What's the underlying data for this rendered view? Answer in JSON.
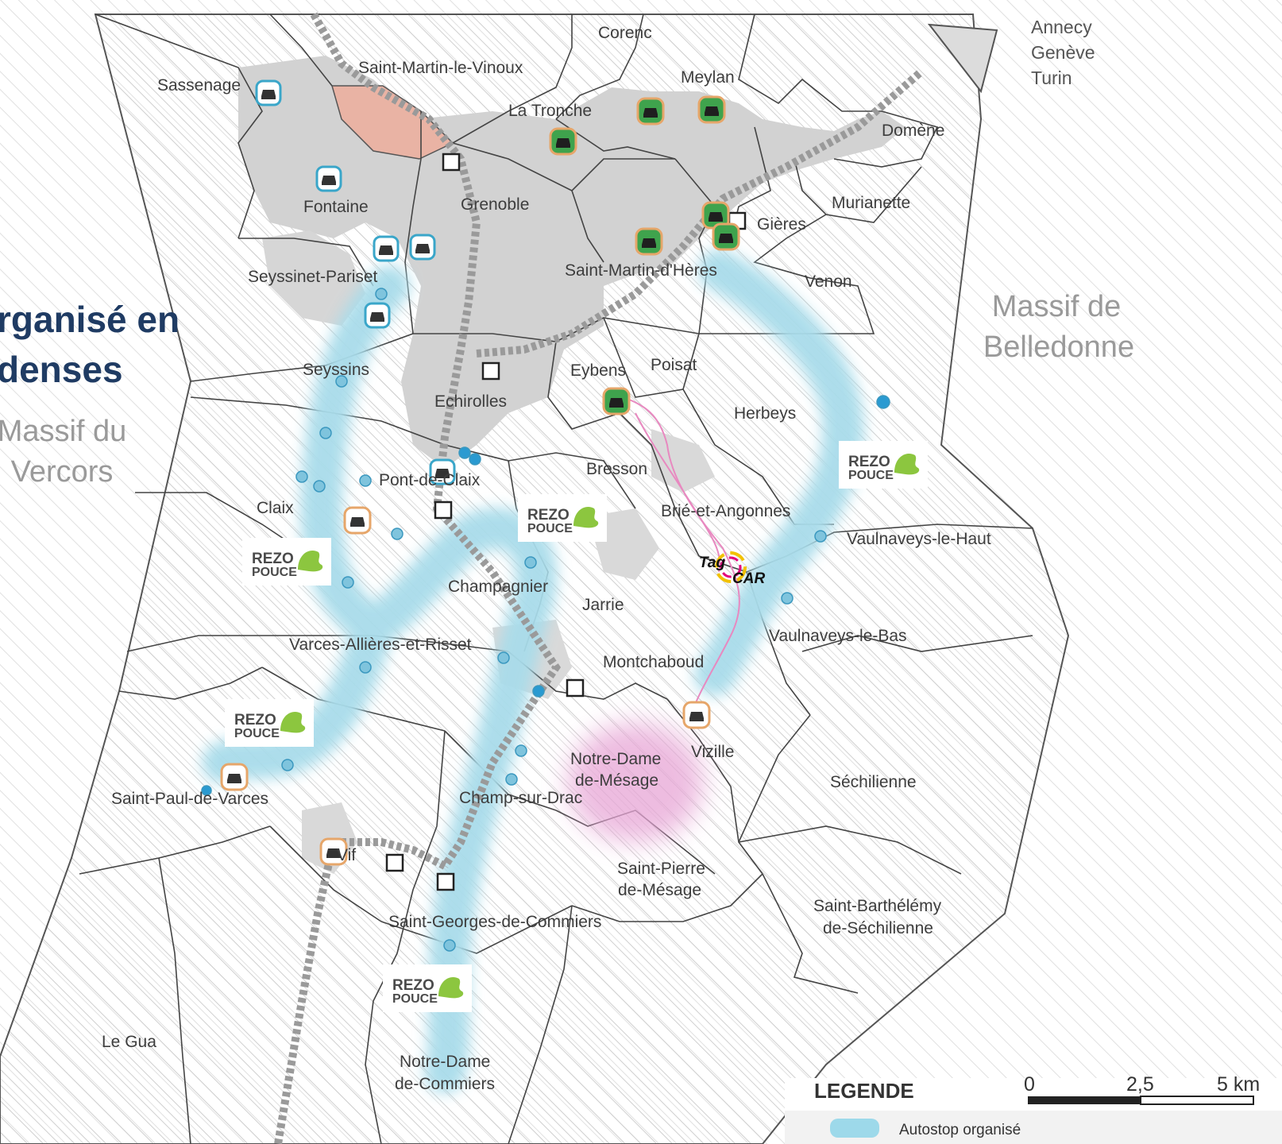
{
  "title": {
    "line1": "rganisé en",
    "line2": "denses"
  },
  "massifs": {
    "vercors_line1": "Massif du",
    "vercors_line2": "Vercors",
    "belledonne_line1": "Massif de",
    "belledonne_line2": "Belledonne"
  },
  "destinations": [
    "Annecy",
    "Genève",
    "Turin"
  ],
  "communes": {
    "corenc": "Corenc",
    "saint_martin_le_vinoux": "Saint-Martin-le-Vinoux",
    "meylan": "Meylan",
    "sassenage": "Sassenage",
    "la_tronche": "La Tronche",
    "domene": "Domène",
    "grenoble": "Grenoble",
    "fontaine": "Fontaine",
    "murianette": "Murianette",
    "gieres": "Gières",
    "seyssinet_pariset": "Seyssinet-Pariset",
    "saint_martin_d_heres": "Saint-Martin-d'Hères",
    "venon": "Venon",
    "seyssins": "Seyssins",
    "eybens": "Eybens",
    "poisat": "Poisat",
    "echirolles": "Echirolles",
    "herbeys": "Herbeys",
    "bresson": "Bresson",
    "pont_de_claix": "Pont-de-Claix",
    "claix": "Claix",
    "brie_et_angonnes": "Brié-et-Angonnes",
    "vaulnaveys_le_haut": "Vaulnaveys-le-Haut",
    "champagnier": "Champagnier",
    "jarrie": "Jarrie",
    "vaulnaveys_le_bas": "Vaulnaveys-le-Bas",
    "varces": "Varces-Allières-et-Risset",
    "montchaboud": "Montchaboud",
    "vizille": "Vizille",
    "notre_dame_de_mesage_1": "Notre-Dame",
    "notre_dame_de_mesage_2": "de-Mésage",
    "sechilienne": "Séchilienne",
    "saint_paul_de_varces": "Saint-Paul-de-Varces",
    "champ_sur_drac": "Champ-sur-Drac",
    "vif": "Vif",
    "saint_pierre_de_mesage_1": "Saint-Pierre",
    "saint_pierre_de_mesage_2": "de-Mésage",
    "saint_barthelemy_1": "Saint-Barthélémy",
    "saint_barthelemy_2": "de-Séchilienne",
    "saint_georges_de_commiers": "Saint-Georges-de-Commiers",
    "le_gua": "Le Gua",
    "notre_dame_de_commiers_1": "Notre-Dame",
    "notre_dame_de_commiers_2": "de-Commiers"
  },
  "logos": {
    "rezo_line1": "REZO",
    "rezo_line2": "POUCE",
    "tag_line1": "Tag",
    "tag_line2": "CAR"
  },
  "legend": {
    "heading": "LEGENDE",
    "autostop": "Autostop organisé",
    "autostop_color": "#9dd9ea"
  },
  "scale": {
    "t0": "0",
    "t1": "2,5",
    "t2": "5 km"
  },
  "colors": {
    "urban": "#d0d0d0",
    "autostop_band": "#a9dcea",
    "vizille_halo": "#e7a6d6",
    "highlight_commune": "#e9b3a4",
    "rail": "#9a9a9a",
    "car_icon_green": "#3fa34d",
    "car_icon_blue": "#3aa6c9",
    "car_icon_orange": "#e6a66a",
    "rezo_green": "#8cc63f"
  }
}
